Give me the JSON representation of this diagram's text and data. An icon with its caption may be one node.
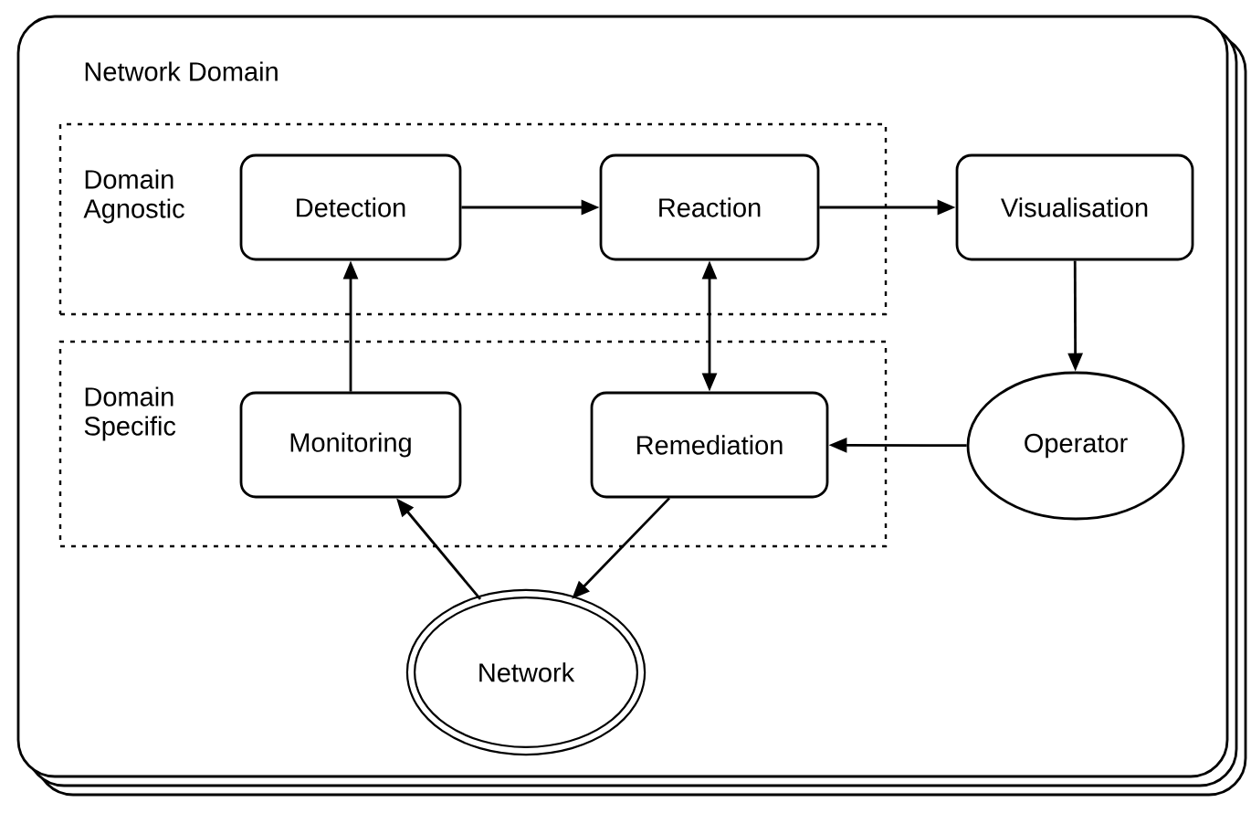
{
  "diagram": {
    "nodes": [
      {
        "text": [
          "Network Domain"
        ]
      },
      {
        "text": [
          "Domain Agnostic"
        ],
        "in": 0
      },
      {
        "text": [
          "Detection"
        ],
        "in": 1
      },
      {
        "text": [
          "Reaction"
        ],
        "in": 1
      },
      {
        "text": [
          "Visualisation"
        ],
        "in": 0
      },
      {
        "text": [
          "Domain Specific"
        ],
        "in": 0
      },
      {
        "text": [
          "Monitoring"
        ],
        "in": 5
      },
      {
        "text": [
          "Remediation"
        ],
        "in": 5
      },
      {
        "text": [
          "Operator"
        ],
        "in": 0
      },
      {
        "text": [
          "Network"
        ],
        "in": 0
      }
    ],
    "edges": [
      {
        "from": 2,
        "to": 3,
        "arrow": "to"
      },
      {
        "from": 3,
        "to": 4,
        "arrow": "to"
      },
      {
        "from": 4,
        "to": 8,
        "arrow": "to"
      },
      {
        "from": 8,
        "to": 7,
        "arrow": "to"
      },
      {
        "from": 3,
        "to": 7,
        "arrow": "both"
      },
      {
        "from": 6,
        "to": 2,
        "arrow": "to"
      },
      {
        "from": 9,
        "to": 6,
        "arrow": "to"
      },
      {
        "from": 7,
        "to": 9,
        "arrow": "to"
      }
    ]
  }
}
